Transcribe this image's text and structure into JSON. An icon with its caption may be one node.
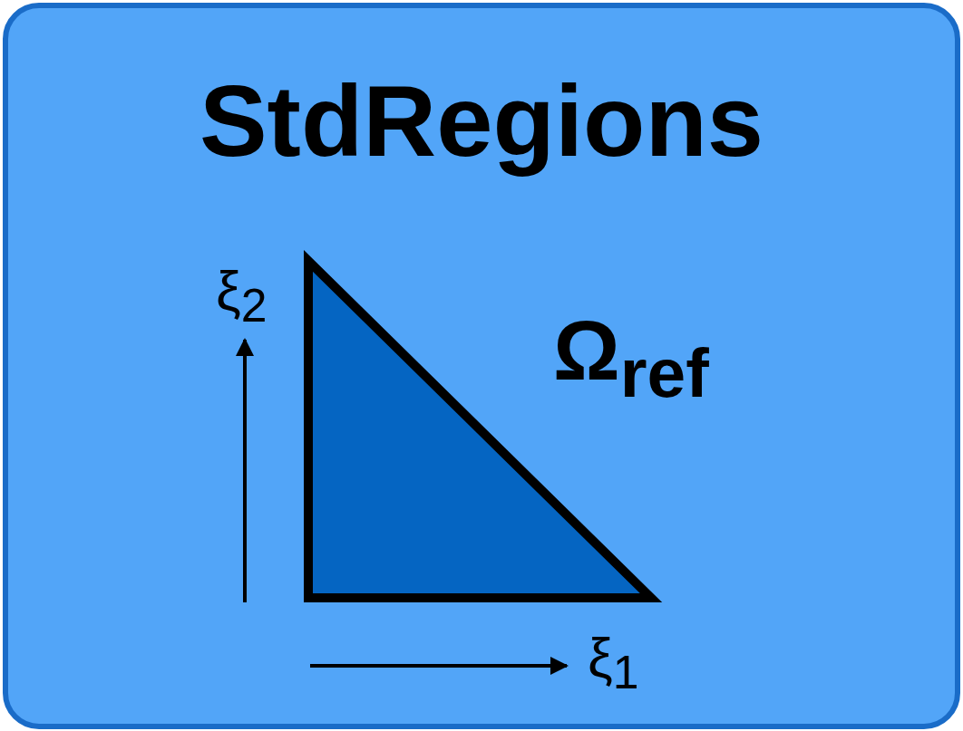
{
  "diagram": {
    "nodes": [
      {
        "text": [
          "StdRegions"
        ]
      },
      {
        "text": [],
        "shape": "triangle",
        "in": 0
      }
    ],
    "labels": [
      "ξ$_{2}$",
      "Ω$_{ref}$",
      "ξ$_{1}$"
    ]
  }
}
